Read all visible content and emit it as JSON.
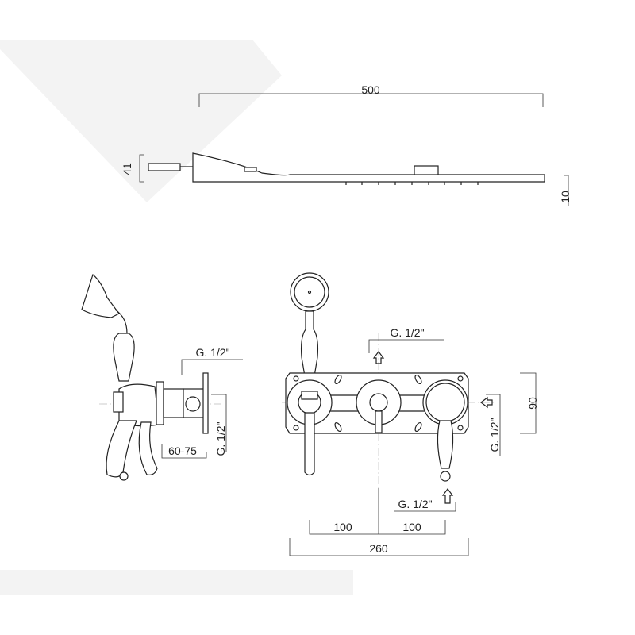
{
  "colors": {
    "background": "#ffffff",
    "watermark": "#f3f3f3",
    "line": "#222222"
  },
  "top_view": {
    "width_label": "500",
    "height_label": "41",
    "thickness_label": "10"
  },
  "side_view": {
    "connection_label": "G. 1/2\"",
    "connection_vertical_label": "G. 1/2\"",
    "depth_label": "60-75"
  },
  "front_view": {
    "top_connection_label": "G. 1/2\"",
    "side_connection_label": "G. 1/2\"",
    "bottom_connection_label": "G. 1/2\"",
    "height_label": "90",
    "spacing_left_label": "100",
    "spacing_right_label": "100",
    "total_width_label": "260"
  }
}
